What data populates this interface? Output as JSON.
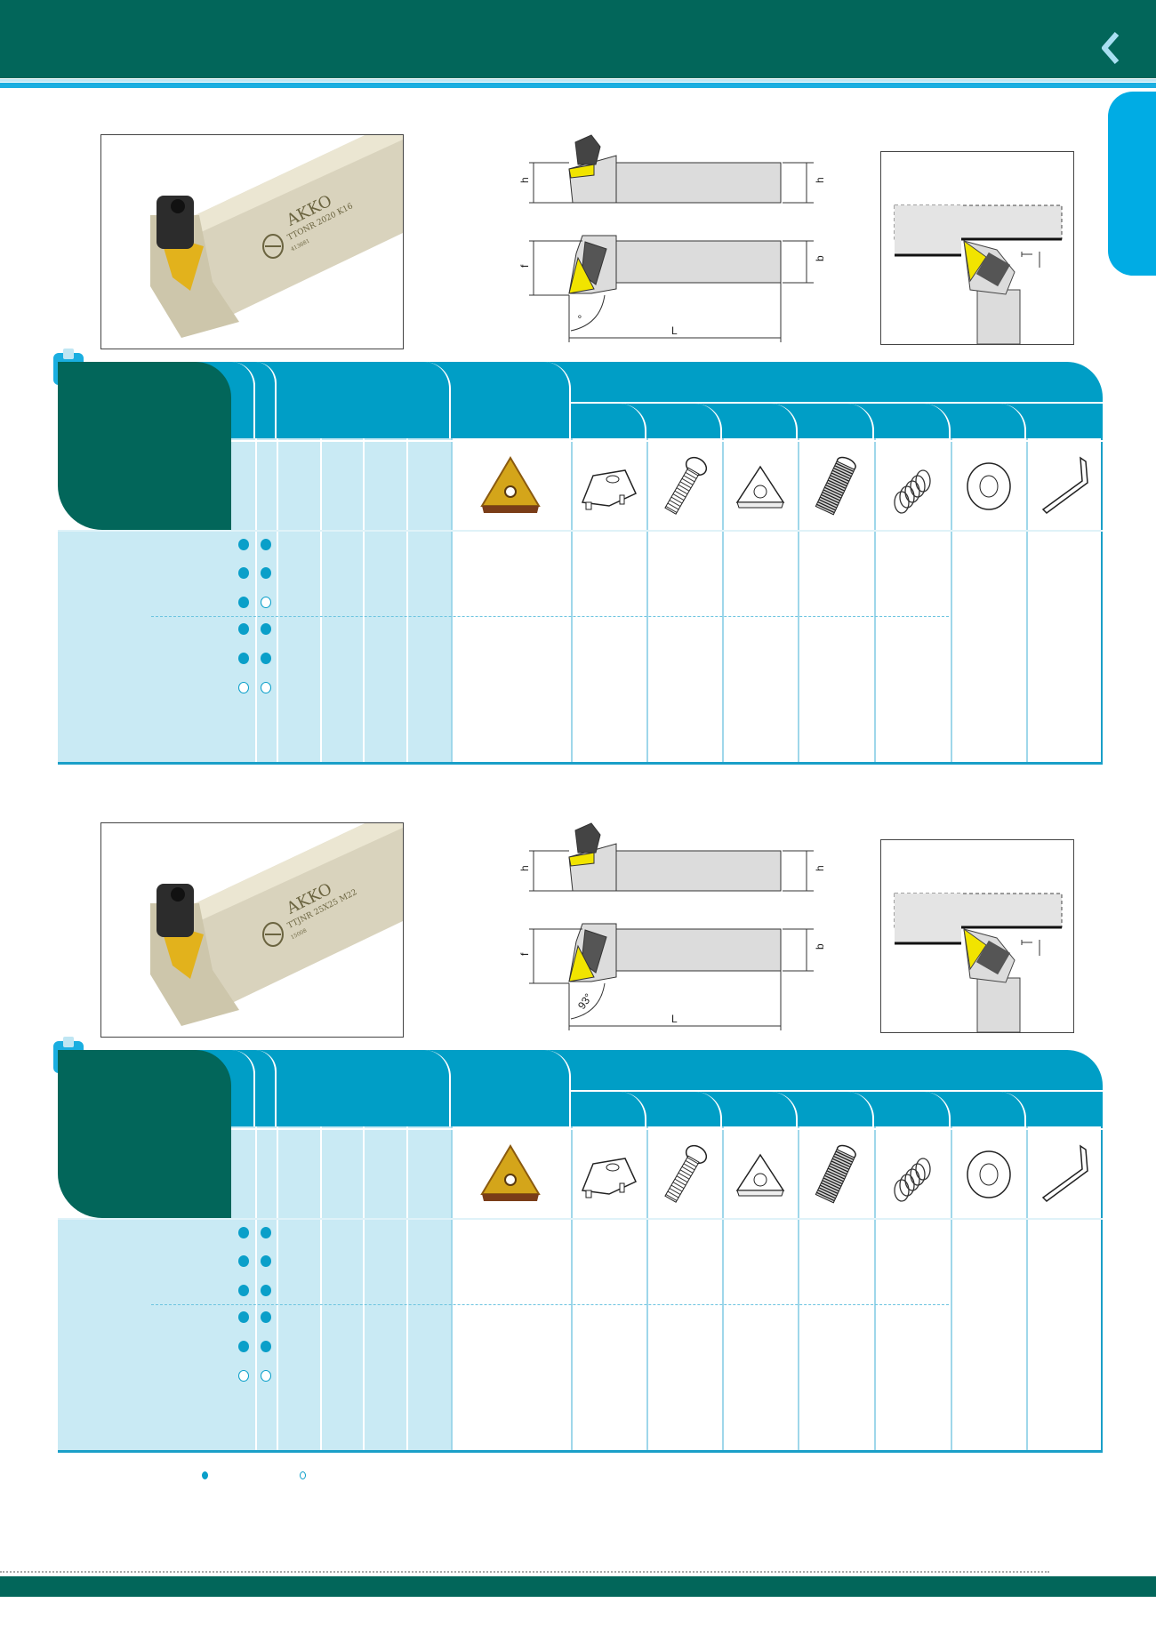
{
  "colors": {
    "header": "#02665a",
    "accent": "#009ec6",
    "light": "#c9eaf4",
    "tab": "#00ace4"
  },
  "blocks": [
    {
      "photo": {
        "brand": "AKKO",
        "model": "TTONR 2020 K16",
        "serial": "413681"
      },
      "diagram": {
        "h_left": "h",
        "h_right": "h",
        "f": "f",
        "b": "b",
        "L": "L",
        "angle": "°"
      },
      "rows": [
        [
          "filled",
          "filled"
        ],
        [
          "filled",
          "filled"
        ],
        [
          "filled",
          "hollow"
        ],
        [
          "filled",
          "filled"
        ],
        [
          "filled",
          "filled"
        ],
        [
          "hollow",
          "hollow"
        ]
      ]
    },
    {
      "photo": {
        "brand": "AKKO",
        "model": "TTJNR 25X25 M22",
        "serial": "15008"
      },
      "diagram": {
        "h_left": "h",
        "h_right": "h",
        "f": "f",
        "b": "b",
        "L": "L",
        "angle": "93°"
      },
      "rows": [
        [
          "filled",
          "filled"
        ],
        [
          "filled",
          "filled"
        ],
        [
          "filled",
          "filled"
        ],
        [
          "filled",
          "filled"
        ],
        [
          "filled",
          "filled"
        ],
        [
          "hollow",
          "hollow"
        ]
      ]
    }
  ],
  "parts_icons": [
    "insert-icon",
    "clamp-icon",
    "clamp-screw-icon",
    "shim-icon",
    "shim-screw-icon",
    "spring-icon",
    "washer-icon",
    "hex-key-icon"
  ],
  "legend": [
    "filled",
    "hollow"
  ]
}
